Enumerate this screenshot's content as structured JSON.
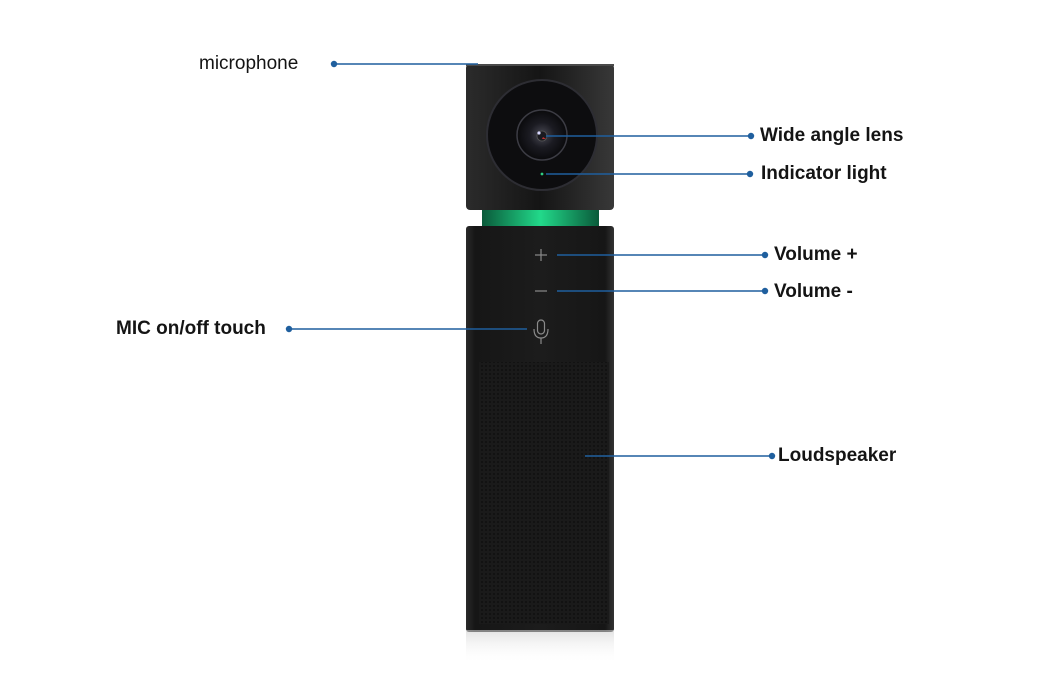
{
  "labels": {
    "microphone": "microphone",
    "wide_angle_lens": "Wide angle lens",
    "indicator_light": "Indicator light",
    "volume_plus": "Volume +",
    "volume_minus": "Volume -",
    "mic_touch": "MIC on/off touch",
    "loudspeaker": "Loudspeaker"
  },
  "colors": {
    "leader": "#1f5f9e",
    "body": "#1b1b1b",
    "accent_green": "#19c37d",
    "label_text": "#141414"
  },
  "icons": {
    "volume_up": "plus-icon",
    "volume_down": "minus-icon",
    "mic": "microphone-icon"
  }
}
